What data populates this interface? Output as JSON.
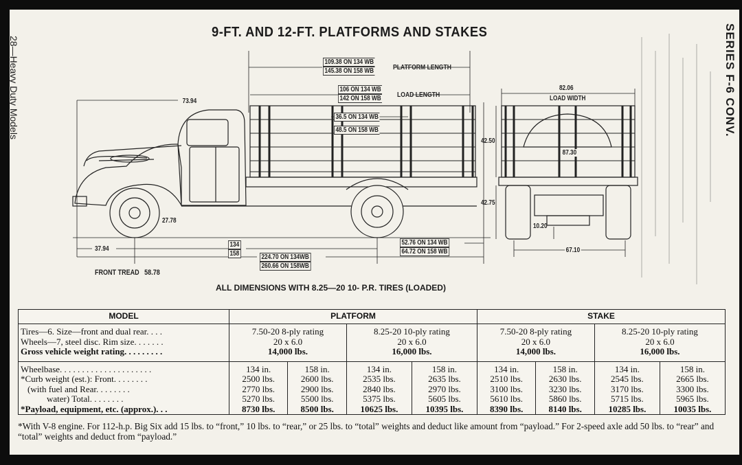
{
  "page": {
    "title": "9-FT. AND 12-FT. PLATFORMS AND STAKES",
    "side_left": "28—Heavy Duty Models",
    "side_right": "SERIES F-6 CONV."
  },
  "dimensions": {
    "platform_length_1": "109.38 ON 134 WB",
    "platform_length_2": "145.38 ON 158 WB",
    "platform_length_label": "PLATFORM LENGTH",
    "load_length_1": "106 ON 134 WB",
    "load_length_2": "142 ON 158 WB",
    "load_length_label": "LOAD LENGTH",
    "stake_1": "36.5 ON 134 WB",
    "stake_2": "48.5 ON 158 WB",
    "cab_top": "73.94",
    "front_overhang": "37.94",
    "wheelbase_1": "134",
    "wheelbase_2": "158",
    "overall_1": "224.70 ON 134WB",
    "overall_2": "260.66 ON 158WB",
    "rear_overhang_1": "52.76 ON 134 WB",
    "rear_overhang_2": "64.72 ON 158 WB",
    "ground_clearance": "27.78",
    "front_tread_label": "FRONT TREAD",
    "front_tread": "58.78",
    "load_width": "82.06",
    "load_width_label": "LOAD WIDTH",
    "stake_height": "42.50",
    "floor_height": "42.75",
    "inner_width": "87.30",
    "axle_clearance": "10.20",
    "rear_tread": "67.10",
    "tire_note": "ALL DIMENSIONS WITH 8.25—20 10- P.R. TIRES (LOADED)"
  },
  "table": {
    "headers": {
      "model": "MODEL",
      "platform": "PLATFORM",
      "stake": "STAKE"
    },
    "labels": {
      "tires": "Tires—6. Size—front and dual rear. . . .",
      "wheels": "Wheels—7, steel disc. Rim size. . . . . . .",
      "gvw": "Gross vehicle weight rating. . . . . . . . .",
      "wheelbase": "Wheelbase. . . . . . . . . . . . . . . . . . . . .",
      "curb_front": "*Curb weight (est.): Front. . . . . . . .",
      "curb_rear": "(with fuel and       Rear. . . . . . . .",
      "curb_total": "water)              Total. . . . . . . .",
      "payload": "*Payload, equipment, etc. (approx.). . ."
    },
    "groups": [
      {
        "tires": "7.50-20 8-ply rating",
        "rim": "20 x 6.0",
        "gvw": "14,000 lbs."
      },
      {
        "tires": "8.25-20 10-ply rating",
        "rim": "20 x 6.0",
        "gvw": "16,000 lbs."
      },
      {
        "tires": "7.50-20 8-ply rating",
        "rim": "20 x 6.0",
        "gvw": "14,000 lbs."
      },
      {
        "tires": "8.25-20 10-ply rating",
        "rim": "20 x 6.0",
        "gvw": "16,000 lbs."
      }
    ],
    "columns": [
      {
        "wb": "134 in.",
        "front": "2500 lbs.",
        "rear": "2770 lbs.",
        "total": "5270 lbs.",
        "payload": "8730 lbs."
      },
      {
        "wb": "158 in.",
        "front": "2600 lbs.",
        "rear": "2900 lbs.",
        "total": "5500 lbs.",
        "payload": "8500 lbs."
      },
      {
        "wb": "134 in.",
        "front": "2535 lbs.",
        "rear": "2840 lbs.",
        "total": "5375 lbs.",
        "payload": "10625 lbs."
      },
      {
        "wb": "158 in.",
        "front": "2635 lbs.",
        "rear": "2970 lbs.",
        "total": "5605 lbs.",
        "payload": "10395 lbs."
      },
      {
        "wb": "134 in.",
        "front": "2510 lbs.",
        "rear": "3100 lbs.",
        "total": "5610 lbs.",
        "payload": "8390 lbs."
      },
      {
        "wb": "158 in.",
        "front": "2630 lbs.",
        "rear": "3230 lbs.",
        "total": "5860 lbs.",
        "payload": "8140 lbs."
      },
      {
        "wb": "134 in.",
        "front": "2545 lbs.",
        "rear": "3170 lbs.",
        "total": "5715 lbs.",
        "payload": "10285 lbs."
      },
      {
        "wb": "158 in.",
        "front": "2665 lbs.",
        "rear": "3300 lbs.",
        "total": "5965 lbs.",
        "payload": "10035 lbs."
      }
    ]
  },
  "footnote": "*With V-8 engine. For 112-h.p. Big Six add 15 lbs. to “front,” 10 lbs. to “rear,” or 25 lbs. to “total” weights and deduct like amount from “payload.” For 2-speed axle add 50 lbs. to “rear” and “total” weights and deduct from “payload.”"
}
